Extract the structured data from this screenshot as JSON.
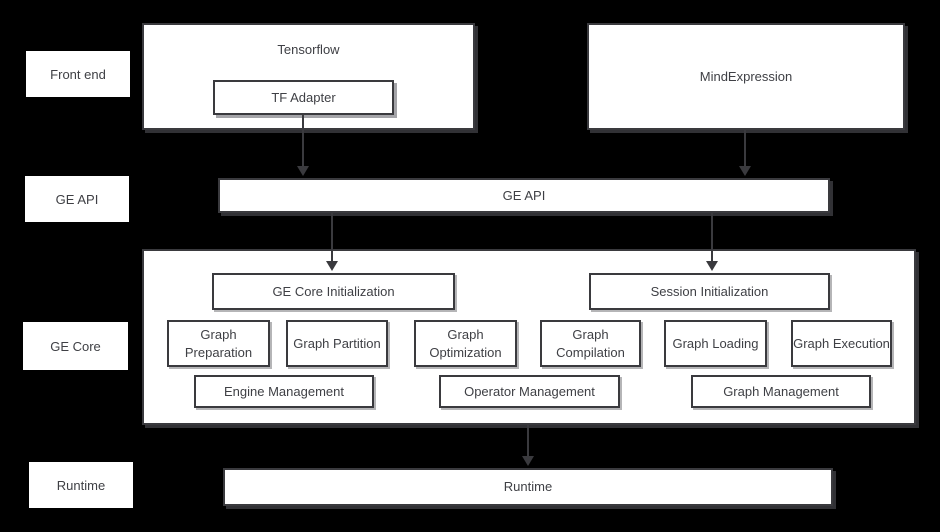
{
  "colors": {
    "background": "#000000",
    "box_fill": "#ffffff",
    "box_border": "#3a3a3e",
    "text": "#3f4045",
    "arrow": "#3a3a3e"
  },
  "row_labels": [
    {
      "label": "Front end"
    },
    {
      "label": "GE API"
    },
    {
      "label": "GE Core"
    },
    {
      "label": "Runtime"
    }
  ],
  "front_end": {
    "tensorflow": "Tensorflow",
    "tf_adapter": "TF Adapter",
    "mindexpression": "MindExpression"
  },
  "ge_api": {
    "label": "GE API"
  },
  "ge_core": {
    "init_boxes": [
      {
        "label": "GE Core Initialization"
      },
      {
        "label": "Session Initialization"
      }
    ],
    "stage_boxes": [
      {
        "label": "Graph Preparation"
      },
      {
        "label": "Graph Partition"
      },
      {
        "label": "Graph Optimization"
      },
      {
        "label": "Graph Compilation"
      },
      {
        "label": "Graph Loading"
      },
      {
        "label": "Graph Execution"
      }
    ],
    "management_boxes": [
      {
        "label": "Engine Management"
      },
      {
        "label": "Operator Management"
      },
      {
        "label": "Graph Management"
      }
    ]
  },
  "runtime": {
    "label": "Runtime"
  }
}
